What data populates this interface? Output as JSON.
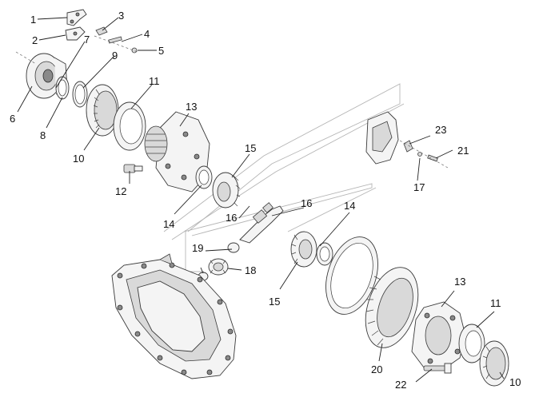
{
  "callouts": {
    "c1": "1",
    "c2": "2",
    "c3": "3",
    "c4": "4",
    "c5": "5",
    "c6": "6",
    "c7": "7",
    "c8": "8",
    "c9": "9",
    "c10a": "10",
    "c10b": "10",
    "c11a": "11",
    "c11b": "11",
    "c12": "12",
    "c13a": "13",
    "c13b": "13",
    "c14a": "14",
    "c14b": "14",
    "c15a": "15",
    "c15b": "15",
    "c16a": "16",
    "c16b": "16",
    "c17": "17",
    "c18": "18",
    "c19": "19",
    "c20": "20",
    "c21": "21",
    "c22": "22",
    "c23": "23"
  }
}
